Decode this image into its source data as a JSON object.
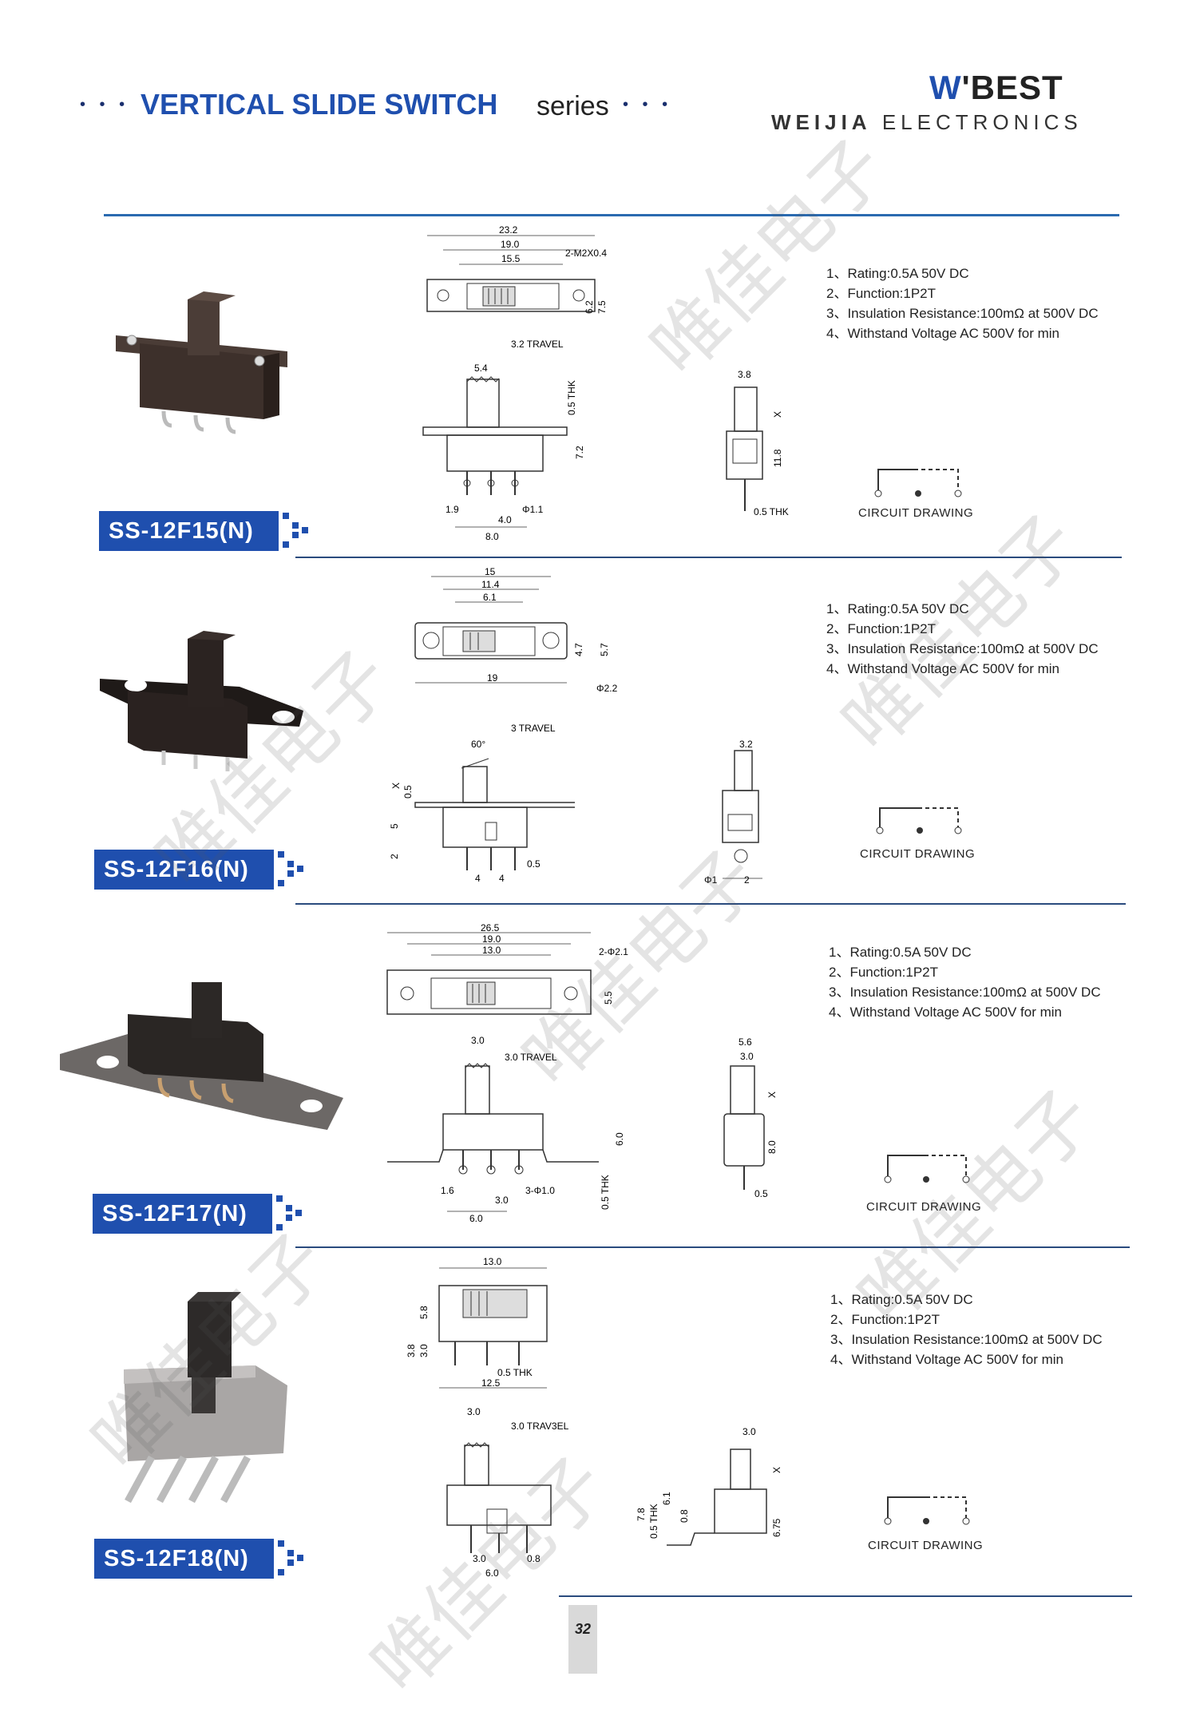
{
  "header": {
    "dots_left": "• • •",
    "title": "VERTICAL SLIDE SWITCH",
    "series": "series",
    "dots_right": "• • •",
    "logo_mark": "W",
    "logo_name": "'BEST",
    "logo_sub_bold": "WEIJIA",
    "logo_sub": "ELECTRONICS"
  },
  "watermark": "唯佳电子",
  "products": [
    {
      "model": "SS-12F15(N)",
      "specs": [
        "1、Rating:0.5A 50V DC",
        "2、Function:1P2T",
        "3、Insulation Resistance:100mΩ at 500V DC",
        "4、Withstand Voltage AC 500V for min"
      ],
      "circuit_label": "CIRCUIT DRAWING",
      "dims": {
        "a": "23.2",
        "b": "19.0",
        "c": "15.5",
        "d": "2-M2X0.4",
        "e": "6.2",
        "f": "7.5",
        "g": "3.2 TRAVEL",
        "h": "5.4",
        "i": "0.5 THK",
        "j": "7.2",
        "k": "1.9",
        "l": "4.0",
        "m": "8.0",
        "n": "Φ1.1",
        "o": "3.8",
        "p": "X",
        "q": "11.8",
        "r": "0.5 THK"
      }
    },
    {
      "model": "SS-12F16(N)",
      "specs": [
        "1、Rating:0.5A 50V DC",
        "2、Function:1P2T",
        "3、Insulation Resistance:100mΩ at 500V DC",
        "4、Withstand Voltage AC 500V for min"
      ],
      "circuit_label": "CIRCUIT DRAWING",
      "dims": {
        "a": "15",
        "b": "11.4",
        "c": "6.1",
        "d": "4.7",
        "e": "5.7",
        "f": "19",
        "g": "Φ2.2",
        "h": "3 TRAVEL",
        "i": "60°",
        "j": "X",
        "k": "0.5",
        "l": "5",
        "m": "2",
        "n": "0.5",
        "o": "4",
        "p": "4",
        "q": "3.2",
        "r": "Φ1",
        "s": "2"
      }
    },
    {
      "model": "SS-12F17(N)",
      "specs": [
        "1、Rating:0.5A 50V DC",
        "2、Function:1P2T",
        "3、Insulation Resistance:100mΩ at 500V DC",
        "4、Withstand Voltage AC 500V for min"
      ],
      "circuit_label": "CIRCUIT DRAWING",
      "dims": {
        "a": "26.5",
        "b": "19.0",
        "c": "13.0",
        "d": "2-Φ2.1",
        "e": "5.5",
        "f": "3.0",
        "g": "3.0 TRAVEL",
        "h": "6.0",
        "i": "1.6",
        "j": "3.0",
        "k": "6.0",
        "l": "3-Φ1.0",
        "m": "0.5 THK",
        "n": "5.6",
        "o": "3.0",
        "p": "X",
        "q": "8.0",
        "r": "0.5"
      }
    },
    {
      "model": "SS-12F18(N)",
      "specs": [
        "1、Rating:0.5A 50V DC",
        "2、Function:1P2T",
        "3、Insulation Resistance:100mΩ at 500V DC",
        "4、Withstand Voltage AC 500V for min"
      ],
      "circuit_label": "CIRCUIT DRAWING",
      "dims": {
        "a": "13.0",
        "b": "5.8",
        "c": "3.8",
        "d": "3.0",
        "e": "0.5 THK",
        "f": "12.5",
        "g": "3.0",
        "h": "3.0 TRAV3EL",
        "i": "3.0",
        "j": "6.0",
        "k": "0.8",
        "l": "3.0",
        "m": "X",
        "n": "7.8",
        "o": "0.5 THK",
        "p": "6.1",
        "q": "0.8",
        "r": "6.75"
      }
    }
  ],
  "page_number": "32",
  "colors": {
    "accent": "#1f4fae",
    "line": "#2a6ab0"
  }
}
